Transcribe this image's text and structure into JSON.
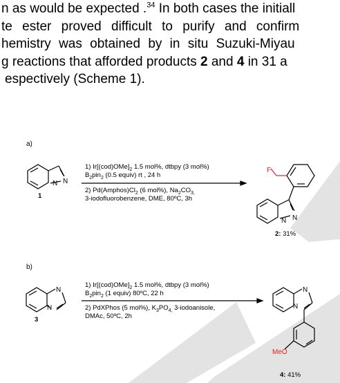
{
  "paragraph": {
    "lines": [
      {
        "pre": "n as would be expected .",
        "sup": "34",
        "post": " In both cases the initiall"
      },
      {
        "pre": "te ester proved difficult to purify and confirm",
        "sup": "",
        "post": ""
      },
      {
        "pre": "hemistry was obtained by in situ Suzuki-Miyau",
        "sup": "",
        "post": ""
      },
      {
        "pre": "g reactions that afforded products ",
        "b1": "2",
        "mid": " and ",
        "b2": "4",
        "post": " in 31 a"
      },
      {
        "pre": "espectively  (Scheme 1).",
        "sup": "",
        "post": ""
      }
    ]
  },
  "scheme_a": {
    "label": "a)",
    "start_num": "1",
    "cond1_l1": "1) Ir[(cod)OMe]",
    "cond1_l1_sub": "2",
    "cond1_l1_post": " 1.5 mol%, dtbpy (3 mol%)",
    "cond1_l2_pre": "B",
    "cond1_l2_sub1": "2",
    "cond1_l2_mid": "pin",
    "cond1_l2_sub2": "2",
    "cond1_l2_post": " (0.5 equiv) rt , 24 h",
    "cond2_l1_pre": "2) Pd(Amphos)Cl",
    "cond2_l1_sub1": "2",
    "cond2_l1_mid": " (6 mol%), Na",
    "cond2_l1_sub2": "2",
    "cond2_l1_mid2": "CO",
    "cond2_l1_sub3": "3,",
    "cond2_l2": "3-iodofluorobenzene, DME, 80ºC, 3h",
    "product_num": "2:",
    "yield": " 31%",
    "atom_F": "F",
    "atom_N1": "N",
    "atom_N2": "N",
    "atom_N3": "N",
    "atom_N4": "N"
  },
  "scheme_b": {
    "label": "b)",
    "start_num": "3",
    "cond1_l1": "1) Ir[(cod)OMe]",
    "cond1_l1_sub": "2",
    "cond1_l1_post": " 1.5 mol%, dtbpy (3 mol%)",
    "cond1_l2_pre": "B",
    "cond1_l2_sub1": "2",
    "cond1_l2_mid": "pin",
    "cond1_l2_sub2": "2",
    "cond1_l2_post": " (1 equiv) 80ºC, 22 h",
    "cond2_l1": "2) PdXPhos (5 mol%), K",
    "cond2_l1_sub1": "3",
    "cond2_l1_mid": "PO",
    "cond2_l1_sub2": "4,",
    "cond2_l1_post": " 3-iodoanisole,",
    "cond2_l2": "DMAc, 50ºC, 2h",
    "product_num": "4:",
    "yield": " 41%",
    "atom_MeO": "MeO",
    "atom_N1": "N",
    "atom_N2": "N",
    "atom_N3": "N",
    "atom_N4": "N"
  },
  "colors": {
    "fluorine": "#e8201a",
    "methoxy": "#e8201a",
    "watermark": "#e3e3e3"
  }
}
